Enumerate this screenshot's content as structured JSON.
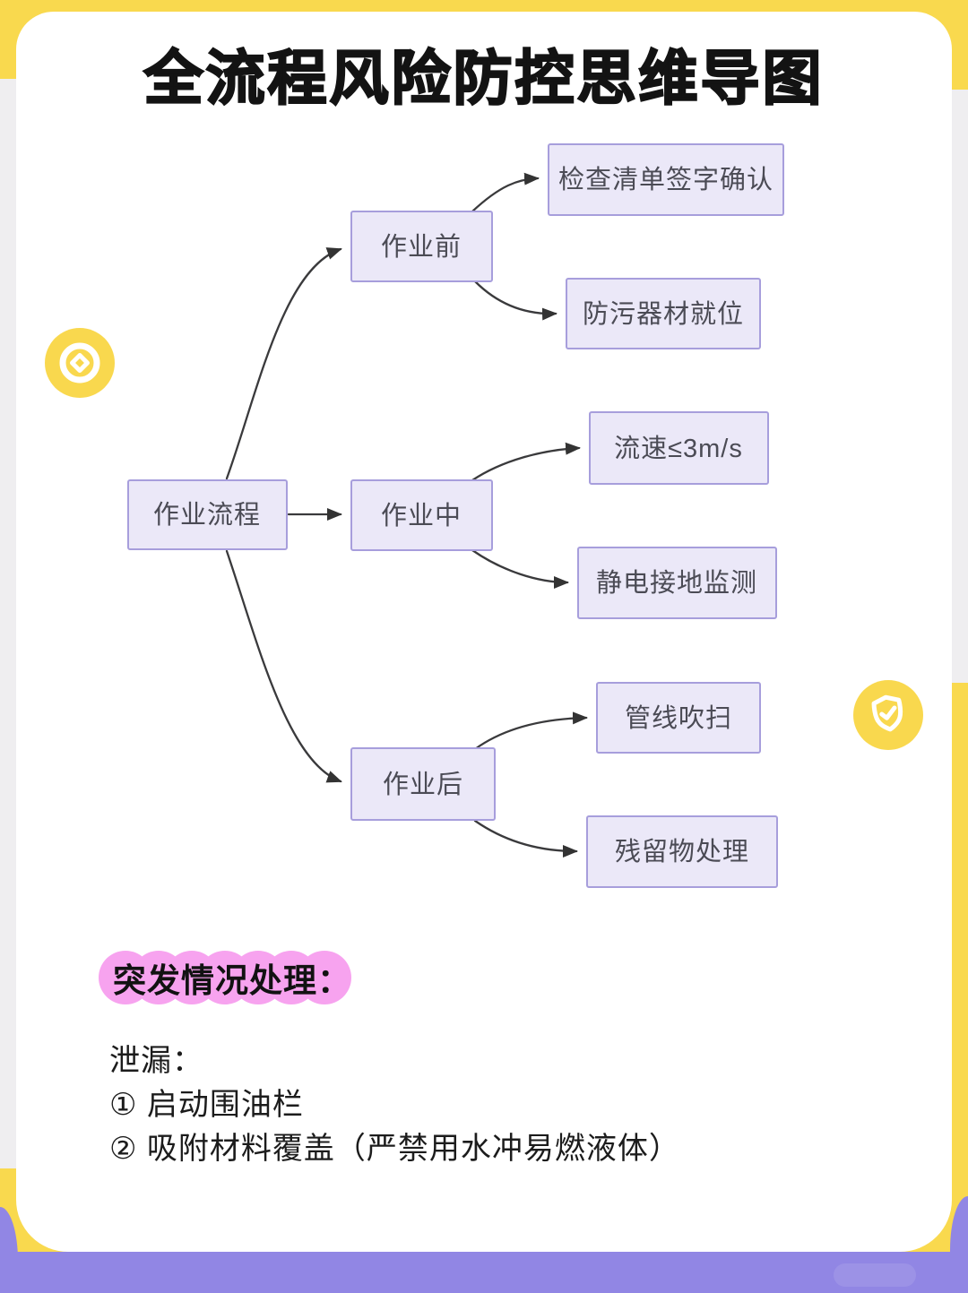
{
  "page": {
    "title": "全流程风险防控思维导图"
  },
  "mindmap": {
    "root": {
      "label": "作业流程"
    },
    "branches": [
      {
        "label": "作业前",
        "children": [
          "检查清单签字确认",
          "防污器材就位"
        ]
      },
      {
        "label": "作业中",
        "children": [
          "流速≤3m/s",
          "静电接地监测"
        ]
      },
      {
        "label": "作业后",
        "children": [
          "管线吹扫",
          "残留物处理"
        ]
      }
    ]
  },
  "emergency": {
    "heading": "突发情况处理：",
    "subheading": "泄漏：",
    "items": [
      "① 启动围油栏",
      "② 吸附材料覆盖（严禁用水冲易燃液体）"
    ]
  },
  "icons": {
    "left": "coin-badge-icon",
    "right": "shield-check-icon"
  },
  "colors": {
    "frame_yellow": "#F9D94E",
    "frame_purple": "#9186E4",
    "edge_gray": "#EFEEF0",
    "node_fill": "#EBE8F8",
    "node_border": "#A79EDC",
    "node_text": "#4B4B55",
    "arrow": "#3A3A3C",
    "highlight_pink": "#F7A3EF",
    "title_text": "#131313"
  }
}
